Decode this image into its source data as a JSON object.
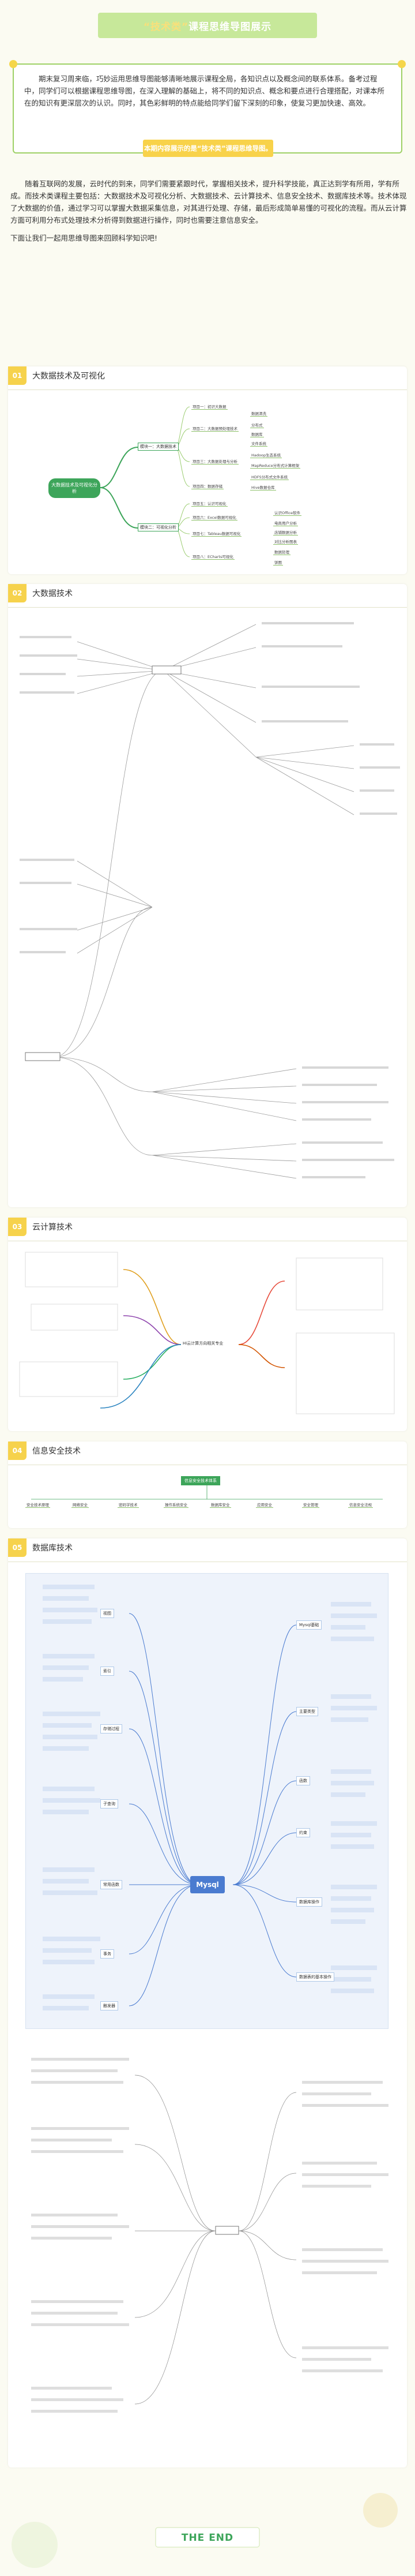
{
  "banner": {
    "highlight": "“技术类”",
    "rest": "课程思维导图展示"
  },
  "intro": {
    "p1": "期末复习周来临，巧妙运用思维导图能够清晰地展示课程全局，各知识点以及概念间的联系体系。备考过程中，同学们可以根据课程思维导图，在深入理解的基础上，将不同的知识点、概念和要点进行合理搭配，对课本所在的知识有更深层次的认识。同时，其色彩鲜明的特点能给同学们留下深刻的印象，使复习更加快速、高效。"
  },
  "sub_banner": "本期内容展示的是“技术类”课程思维导图。",
  "intro2": {
    "p1": "随着互联网的发展，云时代的到来，同学们需要紧跟时代，掌握相关技术，提升科学技能，真正达到学有所用，学有所成。而技术类课程主要包括：大数据技术及可视化分析、大数据技术、云计算技术、信息安全技术、数据库技术等。技术体现了大数据的价值，通过学习可以掌握大数据采集信息，对其进行处理、存储，最后形成简单易懂的可视化的流程。而从云计算方面可利用分布式处理技术分析得到数据进行操作，同时也需要注意信息安全。",
    "p2": "下面让我们一起用思维导图来回顾科学知识吧!"
  },
  "sections": [
    {
      "num": "01",
      "title": "大数据技术及可视化"
    },
    {
      "num": "02",
      "title": "大数据技术"
    },
    {
      "num": "03",
      "title": "云计算技术"
    },
    {
      "num": "04",
      "title": "信息安全技术"
    },
    {
      "num": "05",
      "title": "数据库技术"
    }
  ],
  "map1": {
    "center": "大数据技术及可视化分析",
    "branch1": "模块一：大数据技术",
    "branch2": "模块二：可视化分析",
    "b1_items": [
      "项目一：初识大数据",
      "项目二：大数据预处理技术",
      "项目三：大数据处理与分析",
      "项目四：数据存储"
    ],
    "b1_leaves": [
      "数据清洗",
      "分布式",
      "数据库",
      "文件系统",
      "Hadoop生态系统",
      "MapReduce分布式计算框架",
      "HDFS分布式文件系统",
      "Hive数据仓库"
    ],
    "b2_items": [
      "项目五：认识可视化",
      "项目六：Excel数据可视化",
      "项目七：Tableau数据可视化",
      "项目八：ECharts可视化"
    ],
    "b2_leaves": [
      "认识Office软件",
      "电商用户分析",
      "店铺数据分析",
      "对比分析图表",
      "数据处理",
      "饼图"
    ]
  },
  "map3": {
    "center": "Hi云计算方向相关专业"
  },
  "map4": {
    "root": "信息安全技术体系",
    "nodes": [
      "安全技术原理",
      "网络安全",
      "密码学技术",
      "操作系统安全",
      "数据库安全",
      "应用安全",
      "安全管理",
      "信息安全法规"
    ]
  },
  "map5": {
    "center": "Mysql",
    "left": [
      "视图",
      "索引",
      "存储过程",
      "子查询",
      "常用函数",
      "事务",
      "触发器"
    ],
    "right": [
      "Mysql基础",
      "主要类型",
      "函数",
      "约束",
      "数据库操作",
      "数据表的基本操作"
    ]
  },
  "end": "THE END"
}
